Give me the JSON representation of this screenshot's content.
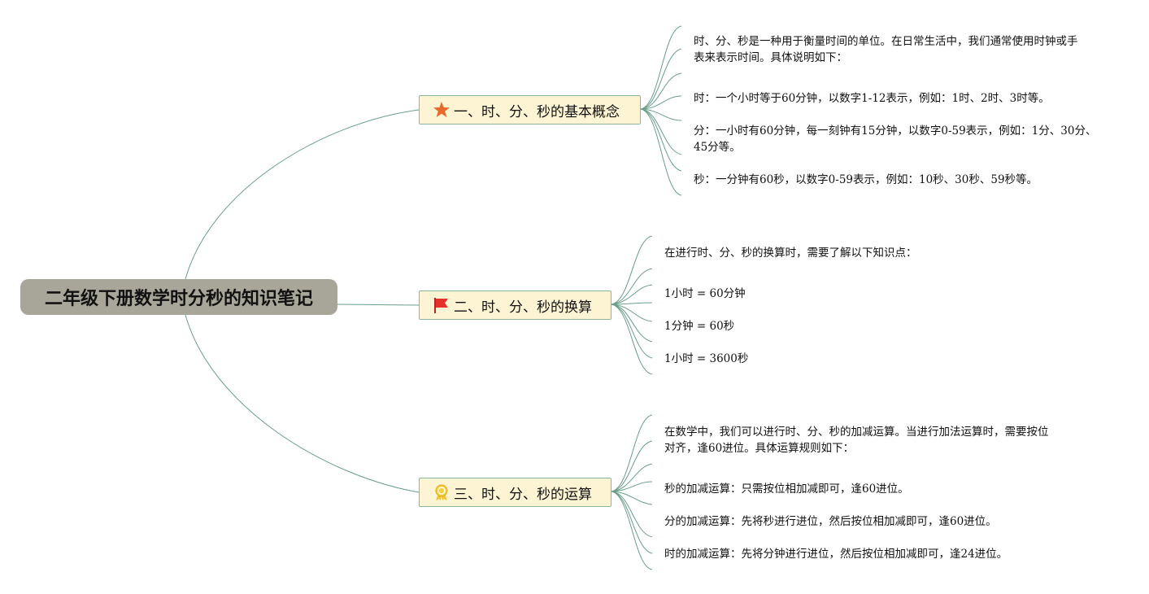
{
  "title": "二年级下册数学时分秒的知识笔记",
  "colors": {
    "line": "#6a9e89",
    "root_bg": "#a8a698",
    "branch_bg": "#fdf4d4",
    "branch_border": "#8bb59c"
  },
  "branches": [
    {
      "label": "一、时、分、秒的基本概念",
      "icon": "star-icon",
      "items": [
        "时、分、秒是一种用于衡量时间的单位。在日常生活中，我们通常使用时钟或手\n表来表示时间。具体说明如下：",
        "时：一个小时等于60分钟，以数字1-12表示，例如：1时、2时、3时等。",
        "分：一小时有60分钟，每一刻钟有15分钟，以数字0-59表示，例如：1分、30分、\n45分等。",
        "秒：一分钟有60秒，以数字0-59表示，例如：10秒、30秒、59秒等。"
      ]
    },
    {
      "label": "二、时、分、秒的换算",
      "icon": "red-flag-icon",
      "items": [
        "在进行时、分、秒的换算时，需要了解以下知识点：",
        "1小时 = 60分钟",
        "1分钟 = 60秒",
        "1小时 = 3600秒"
      ]
    },
    {
      "label": "三、时、分、秒的运算",
      "icon": "award-ribbon-icon",
      "items": [
        "在数学中，我们可以进行时、分、秒的加减运算。当进行加法运算时，需要按位\n对齐，逢60进位。具体运算规则如下：",
        "秒的加减运算：只需按位相加减即可，逢60进位。",
        "分的加减运算：先将秒进行进位，然后按位相加减即可，逢60进位。",
        "时的加减运算：先将分钟进行进位，然后按位相加减即可，逢24进位。"
      ]
    }
  ]
}
